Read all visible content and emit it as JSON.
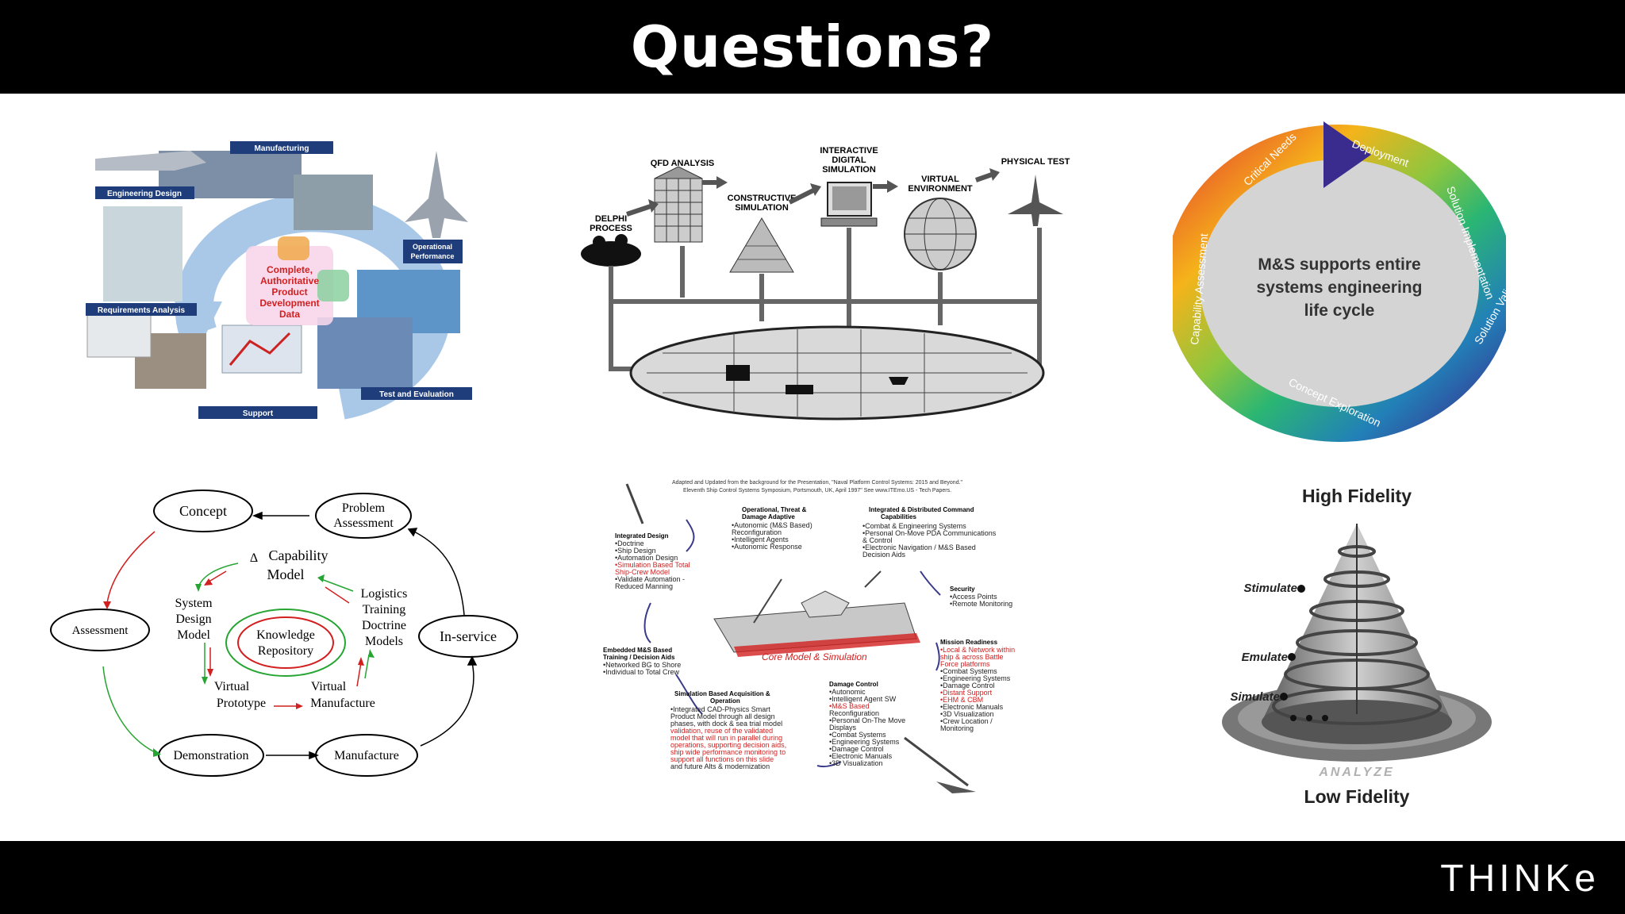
{
  "slide": {
    "title": "Questions?",
    "brand": "THINKe"
  },
  "panel1": {
    "labels": {
      "manufacturing": "Manufacturing",
      "engineering_design": "Engineering Design",
      "operational_performance": "Operational Performance",
      "requirements_analysis": "Requirements Analysis",
      "test_and_evaluation": "Test and Evaluation",
      "support": "Support"
    },
    "center_text": [
      "Complete,",
      "Authoritative",
      "Product",
      "Development",
      "Data"
    ]
  },
  "panel2": {
    "labels": {
      "qfd": "QFD ANALYSIS",
      "interactive": [
        "INTERACTIVE",
        "DIGITAL",
        "SIMULATION"
      ],
      "physical": "PHYSICAL TEST",
      "constructive": [
        "CONSTRUCTIVE",
        "SIMULATION"
      ],
      "virtual": [
        "VIRTUAL",
        "ENVIRONMENT"
      ],
      "delphi": [
        "DELPHI",
        "PROCESS"
      ]
    }
  },
  "panel3": {
    "center_text": [
      "M&S supports entire",
      "systems engineering",
      "life cycle"
    ],
    "arc_labels": [
      "Critical Needs",
      "Deployment",
      "Solution Implementation",
      "Solution Validation",
      "Concept Exploration",
      "Capability Assessment"
    ]
  },
  "panel4": {
    "nodes": {
      "concept": "Concept",
      "problem": [
        "Problem",
        "Assessment"
      ],
      "assessment": "Assessment",
      "inservice": "In-service",
      "demonstration": "Demonstration",
      "manufacture": "Manufacture",
      "knowledge": [
        "Knowledge",
        "Repository"
      ],
      "capability": [
        "Capability",
        "Model"
      ],
      "delta": "Δ",
      "system_design": [
        "System",
        "Design",
        "Model"
      ],
      "logistics": [
        "Logistics",
        "Training",
        "Doctrine",
        "Models"
      ],
      "virtual_prototype": [
        "Virtual",
        "Prototype"
      ],
      "virtual_manufacture": [
        "Virtual",
        "Manufacture"
      ]
    }
  },
  "panel5": {
    "header": [
      "Adapted and Updated from the background for the Presentation, \"Naval Platform Control Systems: 2015 and Beyond.\"",
      "Eleventh Ship Control Systems Symposium, Portsmouth, UK, April 1997\" See www.ITEmo.US - Tech Papers."
    ],
    "core": "Core Model & Simulation",
    "blocks": {
      "operational": {
        "title": [
          "Operational, Threat &",
          "Damage Adaptive"
        ],
        "items": [
          "•Autonomic (M&S Based)",
          "Reconfiguration",
          "•Intelligent Agents",
          "•Autonomic Response"
        ]
      },
      "integrated_command": {
        "title": [
          "Integrated & Distributed Command",
          "Capabilities"
        ],
        "items": [
          "•Combat & Engineering Systems",
          "•Personal On-Move PDA Communications",
          "& Control",
          "•Electronic Navigation / M&S Based",
          "Decision Aids"
        ]
      },
      "integrated_design": {
        "title": "Integrated Design",
        "items": [
          "•Doctrine",
          "•Ship Design",
          "•Automation Design",
          "•Simulation Based Total",
          "Ship-Crew Model",
          "•Validate Automation -",
          "Reduced Manning"
        ]
      },
      "security": {
        "title": "Security",
        "items": [
          "•Access Points",
          "•Remote Monitoring"
        ]
      },
      "embedded": {
        "title": [
          "Embedded M&S Based",
          "Training / Decision Aids"
        ],
        "items": [
          "•Networked BG to Shore",
          "•Individual to Total Crew"
        ]
      },
      "mission": {
        "title": "Mission Readiness",
        "items": [
          "•Local & Network within",
          "ship & across Battle",
          "Force platforms",
          "•Combat Systems",
          "•Engineering Systems",
          "•Damage Control",
          "•Distant Support",
          "•EHM & CBM",
          "•Electronic Manuals",
          "•3D Visualization",
          "•Crew Location /",
          "Monitoring"
        ]
      },
      "sba": {
        "title": [
          "Simulation Based Acquisition &",
          "Operation"
        ],
        "items": [
          "•Integrated CAD-Physics Smart",
          "Product Model through all design",
          "phases, with dock & sea trial model",
          "validation, reuse of the validated",
          "model that will run in parallel during",
          "operations, supporting decision aids,",
          "ship wide performance monitoring to",
          "support all functions on this slide",
          "and future Alts & modernization"
        ]
      },
      "damage": {
        "title": "Damage Control",
        "items": [
          "•Autonomic",
          "•Intelligent Agent SW",
          "•M&S Based",
          "Reconfiguration",
          "•Personal On-The Move",
          "Displays",
          "•Combat Systems",
          "•Engineering Systems",
          "•Damage Control",
          "•Electronic Manuals",
          "•3D Visualization"
        ]
      }
    }
  },
  "panel6": {
    "high": "High Fidelity",
    "low": "Low Fidelity",
    "stimulate": "Stimulate",
    "emulate": "Emulate",
    "simulate": "Simulate",
    "analyze": "ANALYZE"
  },
  "colors": {
    "bar": "#000000",
    "navy_label": "#1f3d7a",
    "sky_arrow": "#a9c8e8",
    "red_text": "#d21f1f",
    "green_arrow": "#27a533",
    "red_arrow": "#d21f1f"
  }
}
